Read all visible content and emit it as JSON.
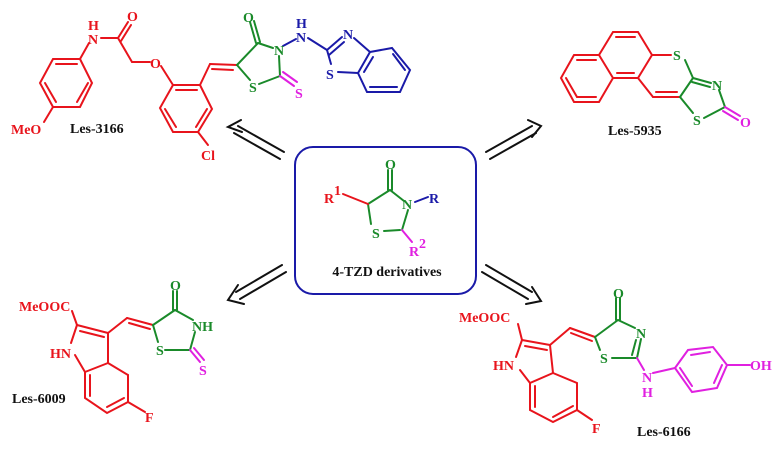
{
  "colors": {
    "red": "#e8141c",
    "green": "#1a8a2a",
    "blue": "#1a1aa8",
    "magenta": "#e020e0",
    "black": "#111111",
    "box_border": "#1a1aa8"
  },
  "center": {
    "label": "4-TZD derivatives",
    "atoms": {
      "O": "O",
      "N": "N",
      "S": "S",
      "R": "R",
      "R1": "R",
      "R1_sup": "1",
      "R2": "R",
      "R2_sup": "2"
    }
  },
  "compounds": [
    {
      "id": "les-3166",
      "label": "Les-3166",
      "atoms": {
        "MeO": "MeO",
        "H": "H",
        "N": "N",
        "O1": "O",
        "O2": "O",
        "Cl": "Cl",
        "O3": "O",
        "N2": "N",
        "S1": "S",
        "S2": "S",
        "H2": "H",
        "N3": "N",
        "N4": "N",
        "S3": "S"
      }
    },
    {
      "id": "les-5935",
      "label": "Les-5935",
      "atoms": {
        "S1": "S",
        "N": "N",
        "S2": "S",
        "O": "O"
      }
    },
    {
      "id": "les-6009",
      "label": "Les-6009",
      "atoms": {
        "MeOOC": "MeOOC",
        "HN": "HN",
        "F": "F",
        "O": "O",
        "NH": "NH",
        "S1": "S",
        "S2": "S"
      }
    },
    {
      "id": "les-6166",
      "label": "Les-6166",
      "atoms": {
        "MeOOC": "MeOOC",
        "HN": "HN",
        "F": "F",
        "O": "O",
        "N": "N",
        "S": "S",
        "N2": "N",
        "H": "H",
        "OH": "OH"
      }
    }
  ],
  "arrows": [
    {
      "direction": "up-left",
      "target": "Les-3166"
    },
    {
      "direction": "up-right",
      "target": "Les-5935"
    },
    {
      "direction": "down-left",
      "target": "Les-6009"
    },
    {
      "direction": "down-right",
      "target": "Les-6166"
    }
  ]
}
